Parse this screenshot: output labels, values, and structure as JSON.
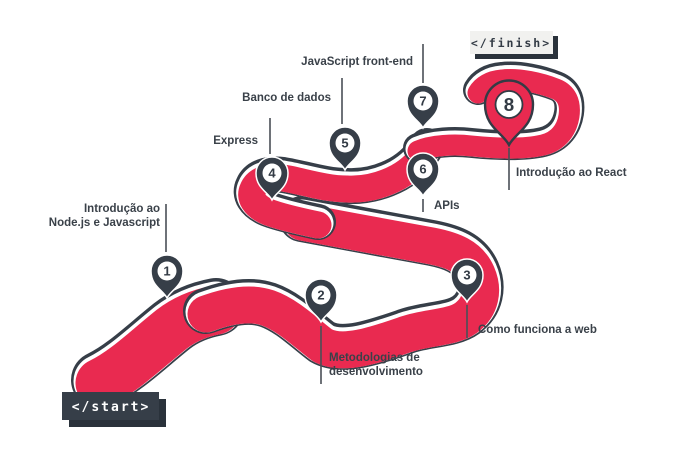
{
  "start_flag": {
    "label": "</start>"
  },
  "finish_flag": {
    "label": "</finish>"
  },
  "milestones": [
    {
      "number": "1",
      "label_lines": [
        "Introdução ao",
        "Node.js e Javascript"
      ]
    },
    {
      "number": "2",
      "label_lines": [
        "Metodologias de",
        "desenvolvimento"
      ]
    },
    {
      "number": "3",
      "label_lines": [
        "Como funciona a web"
      ]
    },
    {
      "number": "4",
      "label_lines": [
        "Express"
      ]
    },
    {
      "number": "5",
      "label_lines": [
        "Banco de dados"
      ]
    },
    {
      "number": "6",
      "label_lines": [
        "APIs"
      ]
    },
    {
      "number": "7",
      "label_lines": [
        "JavaScript front-end"
      ]
    },
    {
      "number": "8",
      "label_lines": [
        "Introdução ao React"
      ]
    }
  ],
  "colors": {
    "road": "#e92a50",
    "dark": "#363e48",
    "white": "#ffffff",
    "label_text": "#3a4149",
    "stem": "#4a4f57",
    "flag_light_bg": "#f1f1ef",
    "flag_shadow": "#2a323b",
    "pin_number": "#333b45"
  }
}
